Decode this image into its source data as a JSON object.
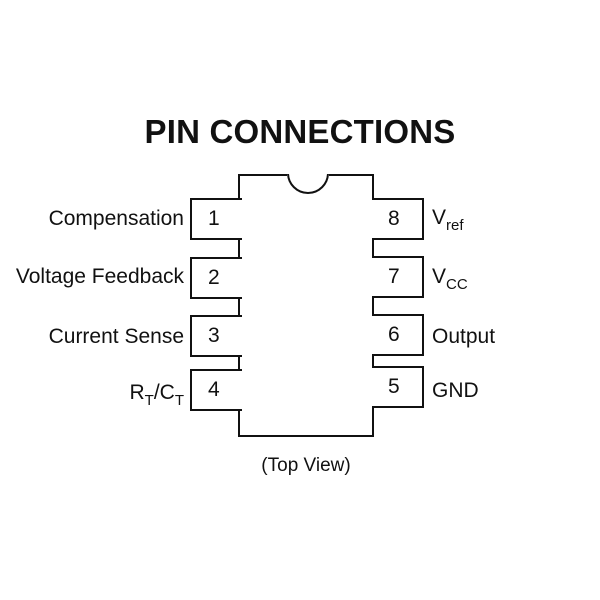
{
  "title": "PIN CONNECTIONS",
  "caption": "(Top View)",
  "pins": {
    "p1": {
      "number": "1",
      "label": "Compensation"
    },
    "p2": {
      "number": "2",
      "label": "Voltage Feedback"
    },
    "p3": {
      "number": "3",
      "label": "Current Sense"
    },
    "p4": {
      "number": "4",
      "label_main1": "R",
      "label_sub1": "T",
      "label_sep": "/C",
      "label_sub2": "T"
    },
    "p5": {
      "number": "5",
      "label": "GND"
    },
    "p6": {
      "number": "6",
      "label": "Output"
    },
    "p7": {
      "number": "7",
      "label_main": "V",
      "label_sub": "CC"
    },
    "p8": {
      "number": "8",
      "label_main": "V",
      "label_sub": "ref"
    }
  },
  "colors": {
    "line": "#111111",
    "background": "#ffffff"
  }
}
